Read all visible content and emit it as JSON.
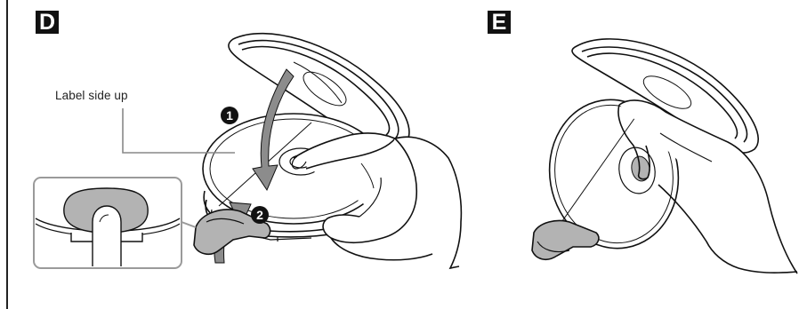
{
  "figure": {
    "panel_d": {
      "step_letter": "D",
      "callout": "Label side up",
      "step_markers": [
        "1",
        "2"
      ]
    },
    "panel_e": {
      "step_letter": "E"
    }
  },
  "colors": {
    "ink": "#111111",
    "arrow_fill": "#8c8c8c",
    "inset_border": "#9a9a9a",
    "gray_fill": "#b3b3b3"
  },
  "icons": [
    "disc-lid",
    "compact-disc",
    "hand",
    "curved-arrow",
    "lid-latch",
    "finger-press"
  ]
}
